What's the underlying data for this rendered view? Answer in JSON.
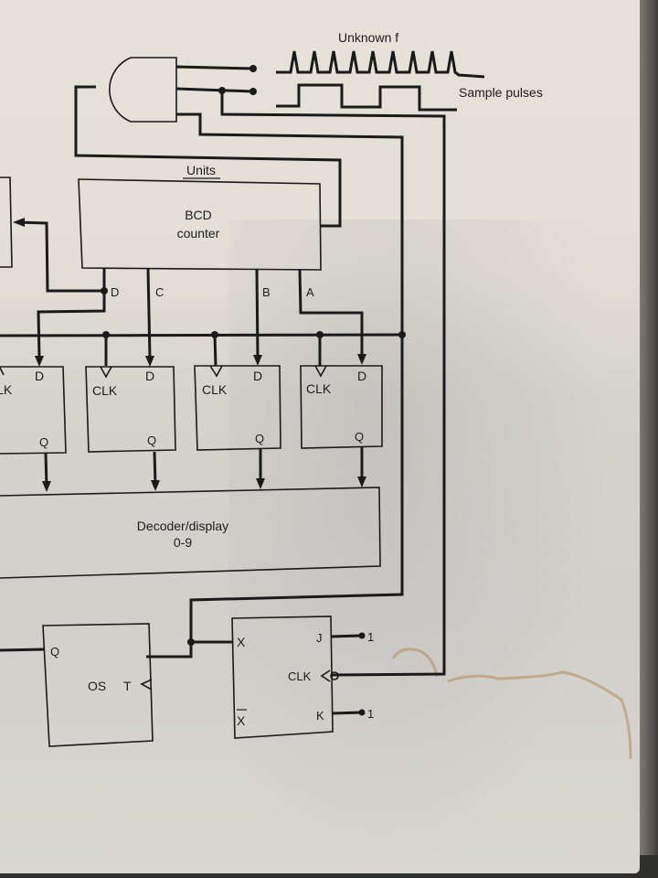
{
  "signals": {
    "unknown_f": "Unknown f",
    "sample_pulses": "Sample pulses"
  },
  "counter": {
    "section_label": "Units",
    "title_line1": "BCD",
    "title_line2": "counter",
    "outputs": [
      "D",
      "C",
      "B",
      "A"
    ]
  },
  "latches": [
    {
      "clk": "CLK",
      "d": "D",
      "q": "Q"
    },
    {
      "clk": "CLK",
      "d": "D",
      "q": "Q"
    },
    {
      "clk": "CLK",
      "d": "D",
      "q": "Q"
    },
    {
      "clk": "CLK",
      "d": "D",
      "q": "Q"
    }
  ],
  "decoder": {
    "line1": "Decoder/display",
    "line2": "0-9"
  },
  "oneshot": {
    "q": "Q",
    "name": "OS",
    "t": "T"
  },
  "jk_flipflop": {
    "x": "X",
    "x_bar": "X",
    "j": "J",
    "k": "K",
    "clk": "CLK",
    "j_value": "1",
    "k_value": "1"
  },
  "colors": {
    "ink": "#1a1a1a",
    "paper": "#e3dfd7",
    "stain": "#b08a55"
  }
}
